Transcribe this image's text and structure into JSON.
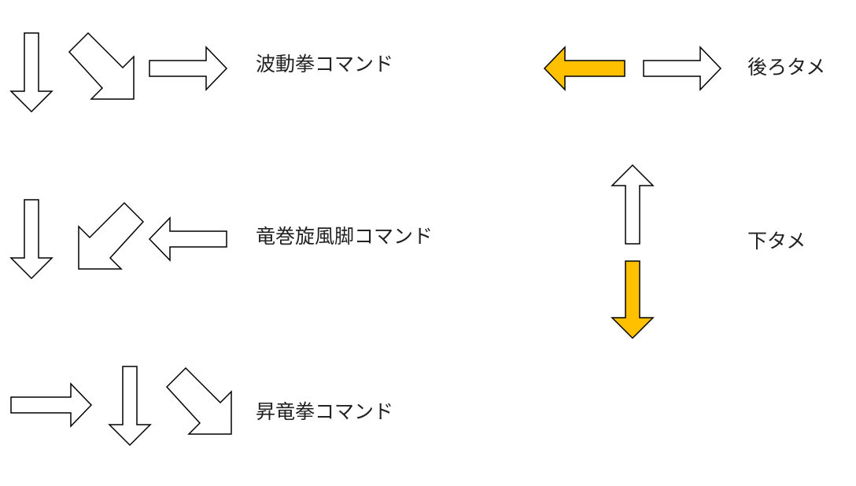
{
  "colors": {
    "outline": "#000000",
    "plain_fill": "#ffffff",
    "highlight_fill": "#ffc000",
    "text": "#222222"
  },
  "commands": [
    {
      "label": "波動拳コマンド",
      "arrows": [
        "down",
        "down-right",
        "right"
      ]
    },
    {
      "label": "竜巻旋風脚コマンド",
      "arrows": [
        "down",
        "down-left",
        "left"
      ]
    },
    {
      "label": "昇竜拳コマンド",
      "arrows": [
        "right",
        "down",
        "down-right"
      ]
    }
  ],
  "charges": [
    {
      "label": "後ろタメ",
      "arrows": [
        {
          "dir": "left",
          "highlight": true
        },
        {
          "dir": "right",
          "highlight": false
        }
      ]
    },
    {
      "label": "下タメ",
      "arrows": [
        {
          "dir": "up",
          "highlight": false
        },
        {
          "dir": "down",
          "highlight": true
        }
      ]
    }
  ]
}
